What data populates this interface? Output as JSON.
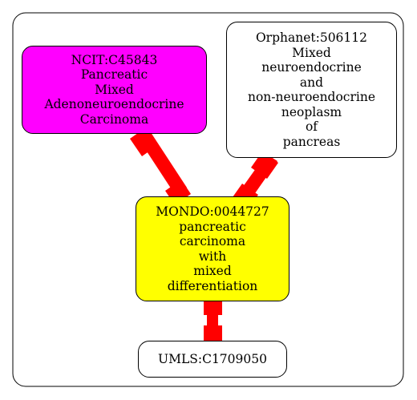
{
  "colors": {
    "edge": "#ff0000",
    "border": "#000000",
    "ncit_fill": "#ff00ff",
    "mondo_fill": "#ffff00",
    "default_fill": "#ffffff"
  },
  "nodes": {
    "ncit": {
      "lines": [
        "NCIT:C45843",
        "Pancreatic",
        "Mixed",
        "Adenoneuroendocrine",
        "Carcinoma"
      ]
    },
    "orphanet": {
      "lines": [
        "Orphanet:506112",
        "Mixed",
        "neuroendocrine",
        "and",
        "non-neuroendocrine",
        "neoplasm",
        "of",
        "pancreas"
      ]
    },
    "mondo": {
      "lines": [
        "MONDO:0044727",
        "pancreatic",
        "carcinoma",
        "with",
        "mixed",
        "differentiation"
      ]
    },
    "umls": {
      "lines": [
        "UMLS:C1709050"
      ]
    }
  },
  "edges": [
    {
      "from": "ncit",
      "to": "mondo"
    },
    {
      "from": "orphanet",
      "to": "mondo"
    },
    {
      "from": "mondo",
      "to": "umls"
    }
  ]
}
